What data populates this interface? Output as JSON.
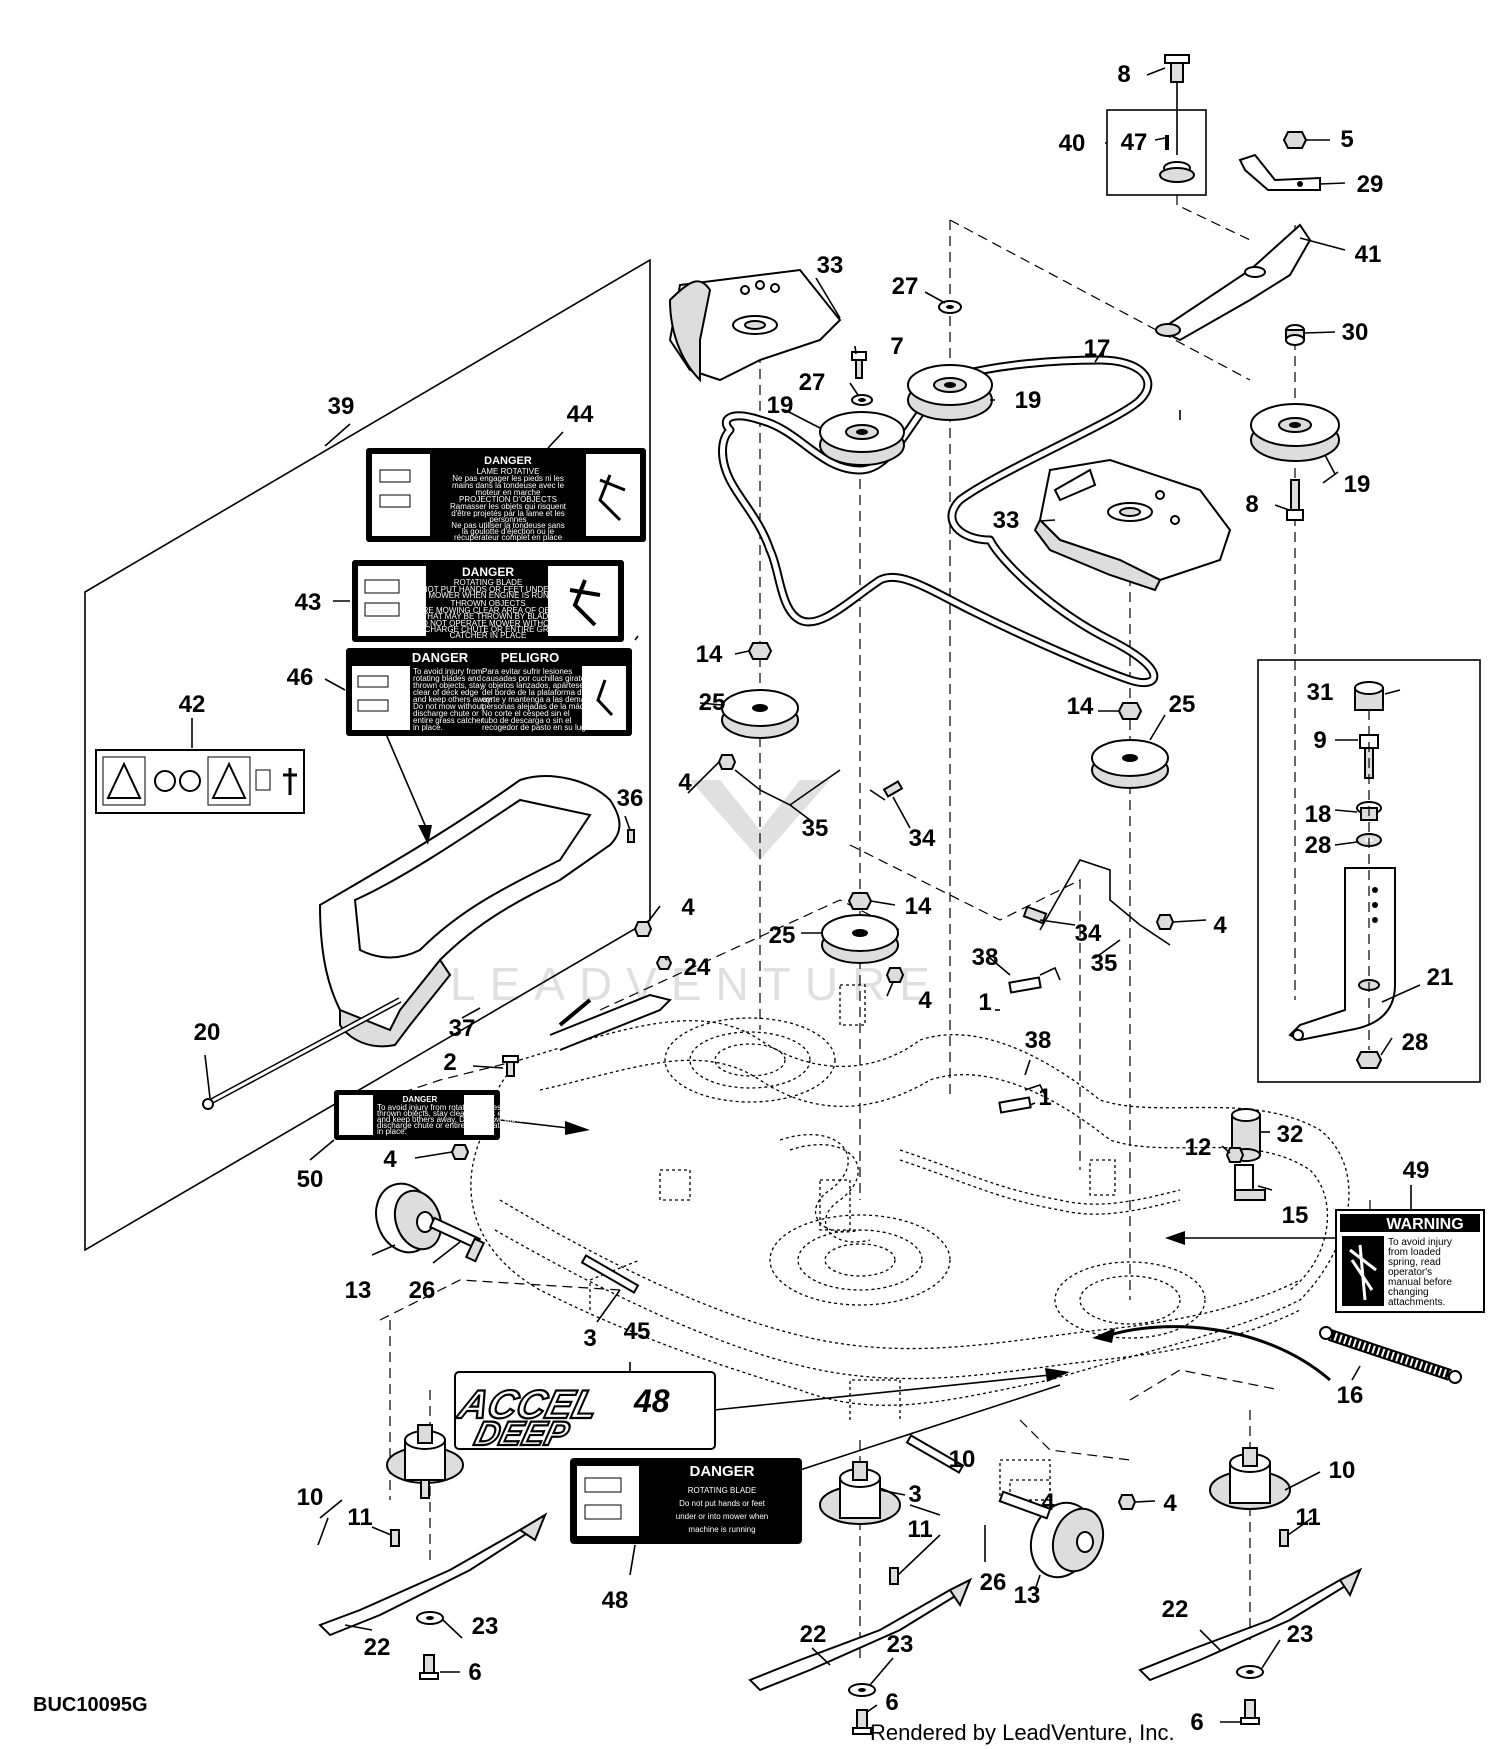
{
  "diagram_code": "BUC10095G",
  "footer": "Rendered by LeadVenture, Inc.",
  "watermark": "LEADVENTURE",
  "callouts": [
    "1",
    "1",
    "2",
    "3",
    "3",
    "4",
    "4",
    "4",
    "4",
    "4",
    "4",
    "4",
    "5",
    "6",
    "6",
    "6",
    "7",
    "8",
    "8",
    "9",
    "10",
    "10",
    "10",
    "11",
    "11",
    "11",
    "12",
    "13",
    "13",
    "14",
    "14",
    "14",
    "15",
    "16",
    "17",
    "18",
    "19",
    "19",
    "19",
    "20",
    "21",
    "22",
    "22",
    "22",
    "23",
    "23",
    "23",
    "24",
    "25",
    "25",
    "25",
    "26",
    "26",
    "27",
    "27",
    "28",
    "28",
    "29",
    "30",
    "31",
    "32",
    "33",
    "33",
    "34",
    "34",
    "35",
    "35",
    "36",
    "37",
    "38",
    "38",
    "39",
    "40",
    "41",
    "42",
    "43",
    "44",
    "45",
    "46",
    "47",
    "48",
    "49",
    "50"
  ],
  "decals": {
    "d44": {
      "title": "DANGER",
      "lines": [
        "LAME ROTATIVE",
        "Ne pas engager les pieds ni les",
        "mains dans la tondeuse avec le",
        "moteur en marche",
        "PROJECTION D'OBJECTS",
        "Ramasser les objets qui risquent",
        "d'être projetés par la lame et les",
        "personnes",
        "Ne pas utiliser la tondeuse sans",
        "la goulotte d'éjection ou le",
        "récupérateur complet en place"
      ]
    },
    "d43": {
      "title": "DANGER",
      "lines": [
        "ROTATING BLADE",
        "DO NOT PUT HANDS OR FEET UNDER OR",
        "INTO MOWER WHEN ENGINE IS RUNNING",
        "THROWN OBJECTS",
        "BEFORE MOWING CLEAR AREA OF OBJECTS",
        "THAT MAY BE THROWN BY BLADE",
        "DO NOT OPERATE MOWER WITHOUT",
        "DISCHARGE CHUTE OR ENTIRE GRASS",
        "CATCHER IN PLACE"
      ]
    },
    "d46": {
      "title": "DANGER",
      "title2": "PELIGRO",
      "en": [
        "To avoid injury from",
        "rotating blades and",
        "thrown objects, stay",
        "clear of deck edge",
        "and keep others away.",
        "Do not mow without",
        "discharge chute or",
        "entire grass catcher",
        "in place."
      ],
      "es": [
        "Para evitar sufrir lesiones",
        "causadas por cuchillas giratorias",
        "y objetos lanzados, apártese",
        "del borde de la plataforma de",
        "corte y mantenga a las demás",
        "personas alejadas de la máquina.",
        "No corte el césped sin el",
        "tubo de descarga o sin el",
        "recogedor de pasto en su lugar."
      ]
    },
    "d50": {
      "title": "DANGER",
      "lines": [
        "To avoid injury from rotating blades and",
        "thrown objects, stay clear of deck edge",
        "and keep others away. Do not mow without",
        "discharge chute or entire grass catcher",
        "in place."
      ]
    },
    "d48": {
      "title": "DANGER",
      "lines": [
        "ROTATING BLADE",
        "Do not put hands or feet",
        "under or into mower when",
        "machine is running"
      ]
    },
    "d49": {
      "title": "WARNING",
      "lines": [
        "To avoid injury",
        "from loaded",
        "spring, read",
        "operator's",
        "manual before",
        "changing",
        "attachments."
      ]
    },
    "d45": {
      "line1": "ACCEL",
      "num": "48",
      "line2": "DEEP"
    }
  }
}
